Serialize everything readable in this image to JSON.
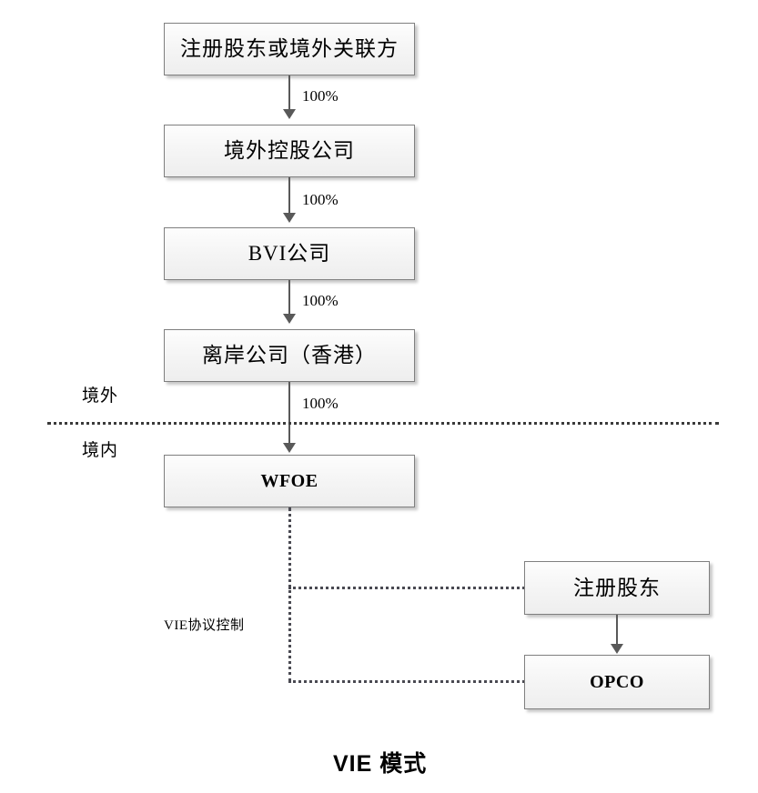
{
  "diagram": {
    "title": "VIE 模式",
    "boundary": {
      "offshore_label": "境外",
      "onshore_label": "境内"
    },
    "vie_note": "VIE协议控制",
    "nodes": [
      {
        "id": "registered-shareholders-offshore",
        "label": "注册股东或境外关联方",
        "script": "cn"
      },
      {
        "id": "offshore-holding-company",
        "label": "境外控股公司",
        "script": "cn"
      },
      {
        "id": "bvi-company",
        "label": "BVI公司",
        "script": "cn"
      },
      {
        "id": "offshore-company-hongkong",
        "label": "离岸公司（香港）",
        "script": "cn"
      },
      {
        "id": "wfoe",
        "label": "WFOE",
        "script": "en"
      },
      {
        "id": "registered-shareholders",
        "label": "注册股东",
        "script": "cn"
      },
      {
        "id": "opco",
        "label": "OPCO",
        "script": "en"
      }
    ],
    "ownership_labels": [
      {
        "id": "pct-1",
        "value": "100%"
      },
      {
        "id": "pct-2",
        "value": "100%"
      },
      {
        "id": "pct-3",
        "value": "100%"
      },
      {
        "id": "pct-4",
        "value": "100%"
      }
    ],
    "colors": {
      "box_border": "#7f7f7f",
      "box_fill": "#f4f4f4",
      "arrow": "#595959",
      "dotted": "#4a4a52",
      "text": "#000000"
    }
  }
}
